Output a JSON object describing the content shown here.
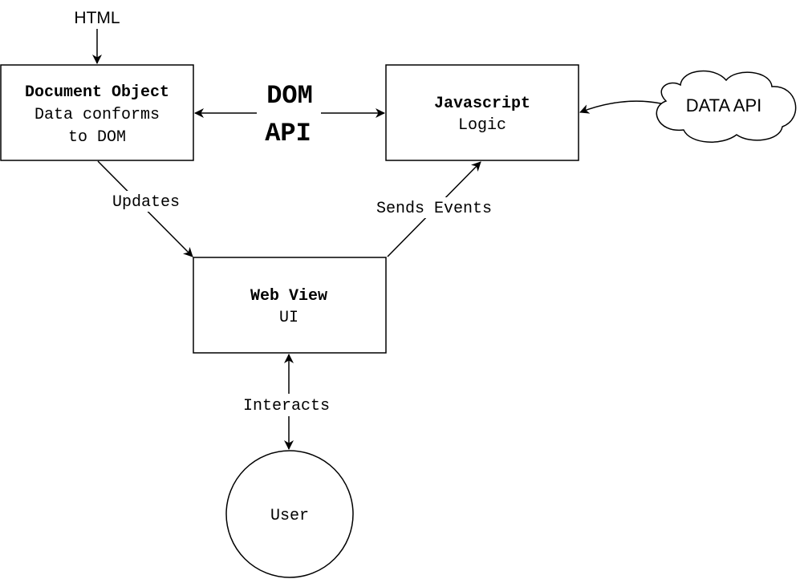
{
  "nodes": {
    "document_object": {
      "title": "Document Object",
      "line1": "Data conforms",
      "line2": "to DOM"
    },
    "javascript": {
      "title": "Javascript",
      "line1": "Logic"
    },
    "web_view": {
      "title": "Web View",
      "line1": "UI"
    },
    "user": {
      "label": "User"
    },
    "data_api": {
      "label": "DATA API"
    },
    "html_source": {
      "label": "HTML"
    }
  },
  "edges": {
    "dom_api_line1": "DOM",
    "dom_api_line2": "API",
    "updates": "Updates",
    "sends_events": "Sends Events",
    "interacts": "Interacts"
  }
}
